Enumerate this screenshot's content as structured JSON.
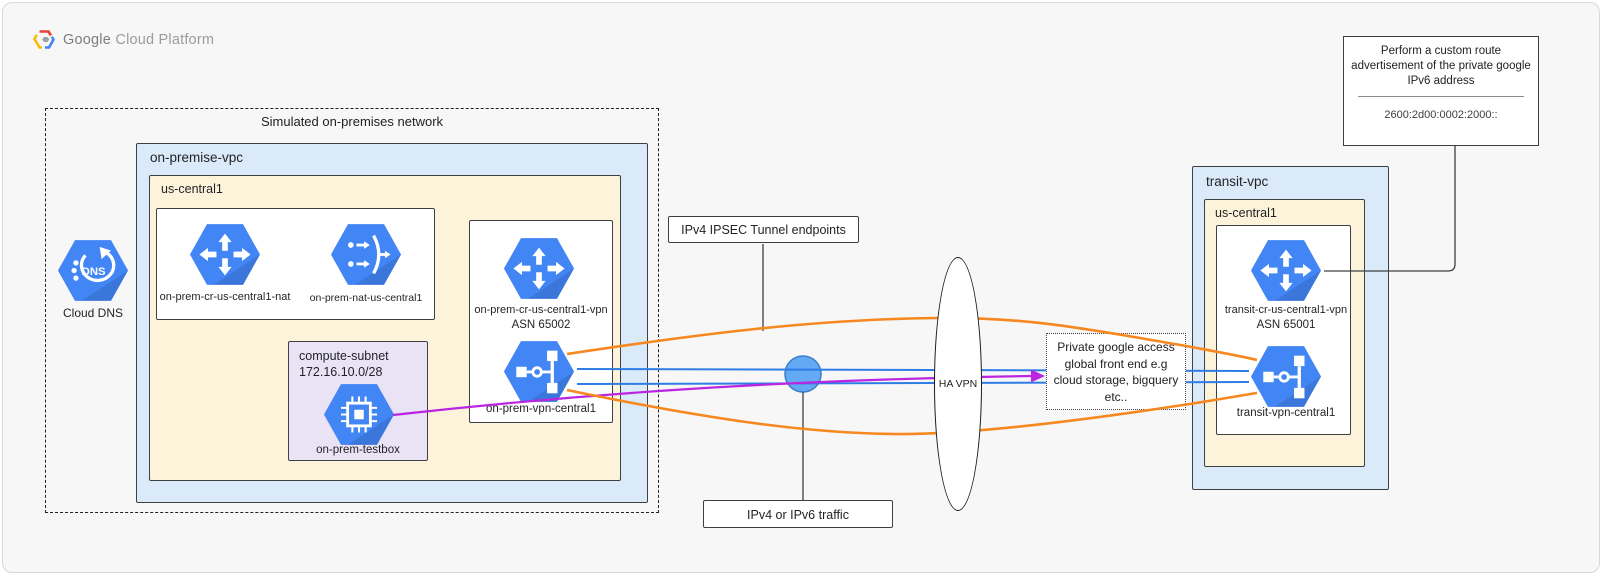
{
  "brand": {
    "google": "Google",
    "rest": "Cloud Platform"
  },
  "colors": {
    "tunnel_orange": "#f6881f",
    "traffic_blue": "#2e7de5",
    "ipv6_purple": "#bb24e0",
    "icon_blue": "#4285F4",
    "vpc_fill": "#dbeaf8",
    "region_fill": "#fdf3da",
    "subnet_fill": "#eae3f6"
  },
  "dns": {
    "label": "Cloud DNS"
  },
  "onprem": {
    "dashed_title": "Simulated on-premises network",
    "vpc_title": "on-premise-vpc",
    "region_title": "us-central1",
    "router_nat_label": "on-prem-cr-us-central1-nat",
    "nat_label": "on-prem-nat-us-central1",
    "subnet_title": "compute-subnet",
    "subnet_cidr": "172.16.10.0/28",
    "testbox_label": "on-prem-testbox",
    "router_vpn_label": "on-prem-cr-us-central1-vpn",
    "router_vpn_asn": "ASN 65002",
    "vpn_gw_label": "on-prem-vpn-central1"
  },
  "middle": {
    "ipsec_label": "IPv4 IPSEC Tunnel endpoints",
    "traffic_label": "IPv4 or IPv6 traffic",
    "ha_vpn_label": "HA VPN",
    "pga_lines": [
      "Private google access",
      "global front end e.g",
      "cloud storage, bigquery",
      "etc.."
    ]
  },
  "transit": {
    "vpc_title": "transit-vpc",
    "region_title": "us-central1",
    "router_label": "transit-cr-us-central1-vpn",
    "router_asn": "ASN 65001",
    "vpn_gw_label": "transit-vpn-central1"
  },
  "callout": {
    "lines": [
      "Perform a custom route",
      "advertisement of the private google",
      "IPv6 address"
    ],
    "address": "2600:2d00:0002:2000::"
  }
}
